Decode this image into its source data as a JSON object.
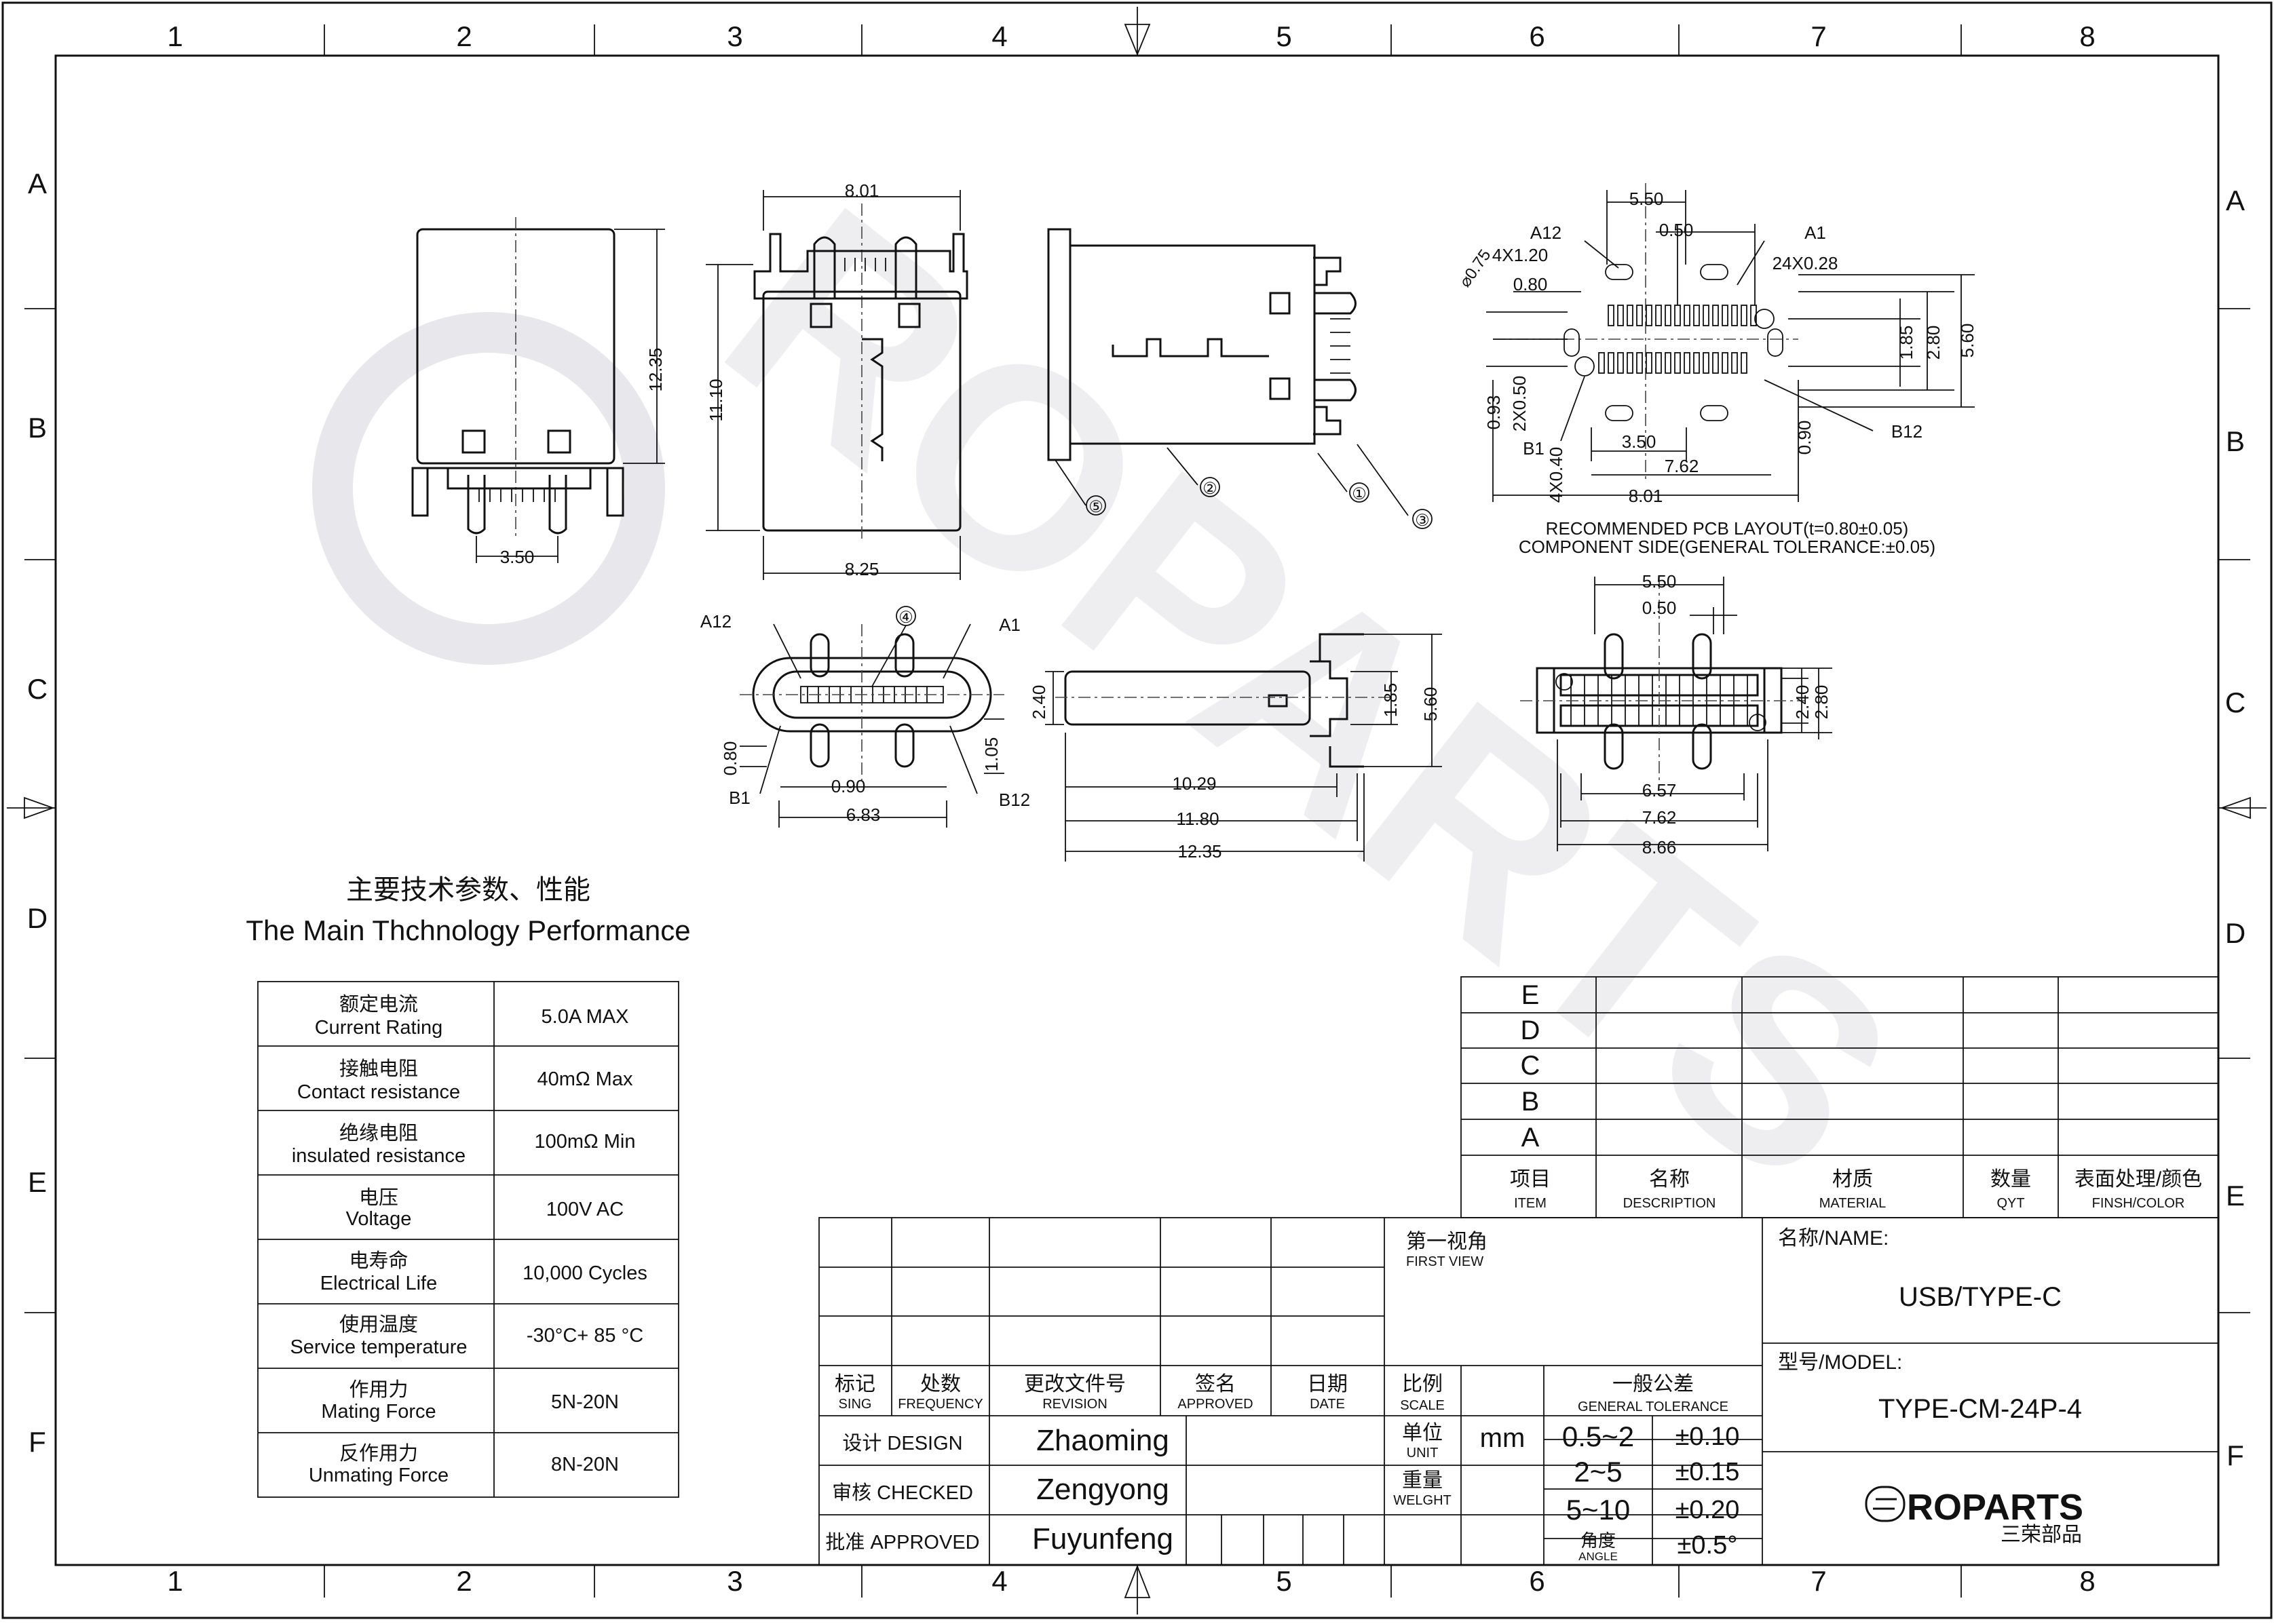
{
  "border": {
    "cols": [
      "1",
      "2",
      "3",
      "4",
      "5",
      "6",
      "7",
      "8"
    ],
    "rows": [
      "A",
      "B",
      "C",
      "D",
      "E",
      "F"
    ]
  },
  "views": {
    "top_dims": {
      "d801": "8.01",
      "d1235": "12.35",
      "d1110": "11.10",
      "d825": "8.25",
      "d350": "3.50"
    },
    "callouts": {
      "c1": "①",
      "c2": "②",
      "c3": "③",
      "c4": "④",
      "c5": "⑤"
    },
    "pcb": {
      "d550": "5.50",
      "d050": "0.50",
      "a12": "A12",
      "a1": "A1",
      "d4x120": "4X1.20",
      "d24x028": "24X0.28",
      "phi075": "⌀0.75",
      "d080": "0.80",
      "d185": "1.85",
      "d280": "2.80",
      "d560": "5.60",
      "d093": "0.93",
      "d2x050": "2X0.50",
      "b1": "B1",
      "d4x040": "4X0.40",
      "d350": "3.50",
      "d762": "7.62",
      "d801": "8.01",
      "d090": "0.90",
      "b12": "B12",
      "note1": "RECOMMENDED PCB LAYOUT(t=0.80±0.05)",
      "note2": "COMPONENT SIDE(GENERAL TOLERANCE:±0.05)"
    },
    "front": {
      "a12": "A12",
      "a1": "A1",
      "d080": "0.80",
      "d090": "0.90",
      "d105": "1.05",
      "b1": "B1",
      "b12": "B12",
      "d683": "6.83"
    },
    "side": {
      "d240": "2.40",
      "d185": "1.85",
      "d560": "5.60",
      "d1029": "10.29",
      "d1180": "11.80",
      "d1235": "12.35"
    },
    "bottom": {
      "d550": "5.50",
      "d050": "0.50",
      "d240": "2.40",
      "d280": "2.80",
      "d657": "6.57",
      "d762": "7.62",
      "d866": "8.66"
    }
  },
  "perf": {
    "title_cn": "主要技术参数、性能",
    "title_en": "The Main Thchnology Performance",
    "rows": [
      {
        "cn": "额定电流",
        "en": "Current Rating",
        "val": "5.0A MAX"
      },
      {
        "cn": "接触电阻",
        "en": "Contact resistance",
        "val": "40mΩ Max"
      },
      {
        "cn": "绝缘电阻",
        "en": "insulated resistance",
        "val": "100mΩ Min"
      },
      {
        "cn": "电压",
        "en": "Voltage",
        "val": "100V AC"
      },
      {
        "cn": "电寿命",
        "en": "Electrical Life",
        "val": "10,000 Cycles"
      },
      {
        "cn": "使用温度",
        "en": "Service temperature",
        "val": "-30°C+ 85 °C"
      },
      {
        "cn": "作用力",
        "en": "Mating Force",
        "val": "5N-20N"
      },
      {
        "cn": "反作用力",
        "en": "Unmating Force",
        "val": "8N-20N"
      }
    ]
  },
  "bom": {
    "letters": [
      "E",
      "D",
      "C",
      "B",
      "A"
    ],
    "headers": [
      {
        "cn": "项目",
        "en": "ITEM"
      },
      {
        "cn": "名称",
        "en": "DESCRIPTION"
      },
      {
        "cn": "材质",
        "en": "MATERIAL"
      },
      {
        "cn": "数量",
        "en": "QYT"
      },
      {
        "cn": "表面处理/颜色",
        "en": "FINSH/COLOR"
      }
    ]
  },
  "titleblock": {
    "rev_headers": [
      {
        "cn": "标记",
        "en": "SING"
      },
      {
        "cn": "处数",
        "en": "FREQUENCY"
      },
      {
        "cn": "更改文件号",
        "en": "REVISION"
      },
      {
        "cn": "签名",
        "en": "APPROVED"
      },
      {
        "cn": "日期",
        "en": "DATE"
      }
    ],
    "design_label": "设计 DESIGN",
    "design_name": "Zhaoming",
    "checked_label": "审核 CHECKED",
    "checked_name": "Zengyong",
    "approved_label": "批准 APPROVED",
    "approved_name": "Fuyunfeng",
    "first_view_cn": "第一视角",
    "first_view_en": "FIRST VIEW",
    "scale_cn": "比例",
    "scale_en": "SCALE",
    "unit_cn": "单位",
    "unit_en": "UNIT",
    "unit_val": "mm",
    "weight_cn": "重量",
    "weight_en": "WELGHT",
    "tol_cn": "一般公差",
    "tol_en": "GENERAL TOLERANCE",
    "tol_rows": [
      {
        "range": "0.5~2",
        "tol": "±0.10"
      },
      {
        "range": "2~5",
        "tol": "±0.15"
      },
      {
        "range": "5~10",
        "tol": "±0.20"
      }
    ],
    "angle_cn": "角度",
    "angle_en": "ANGLE",
    "angle_tol": "±0.5°",
    "name_label": "名称/NAME:",
    "name_val": "USB/TYPE-C",
    "model_label": "型号/MODEL:",
    "model_val": "TYPE-CM-24P-4",
    "logo_text": "ROPARTS",
    "logo_cn": "三荣部品"
  }
}
